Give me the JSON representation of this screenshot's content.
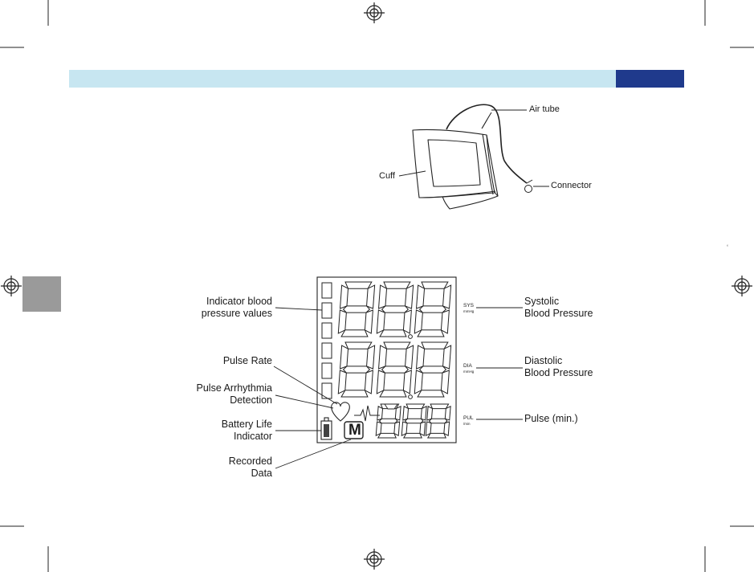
{
  "colors": {
    "header_band": "#c7e6f1",
    "header_accent": "#1f3a8c",
    "side_tab": "#9a9a9a"
  },
  "cuff_figure": {
    "air_tube": "Air tube",
    "cuff": "Cuff",
    "connector": "Connector"
  },
  "display_figure": {
    "left_labels": [
      {
        "id": "indicator",
        "lines": [
          "Indicator blood",
          "pressure values"
        ]
      },
      {
        "id": "pulse-rate",
        "lines": [
          "Pulse Rate"
        ]
      },
      {
        "id": "arrhythmia",
        "lines": [
          "Pulse Arrhythmia",
          "Detection"
        ]
      },
      {
        "id": "battery",
        "lines": [
          "Battery Life",
          "Indicator"
        ]
      },
      {
        "id": "recorded",
        "lines": [
          "Recorded",
          "Data"
        ]
      }
    ],
    "right_labels": [
      {
        "id": "systolic",
        "lines": [
          "Systolic",
          "Blood Pressure"
        ]
      },
      {
        "id": "diastolic",
        "lines": [
          "Diastolic",
          "Blood Pressure"
        ]
      },
      {
        "id": "pulse",
        "lines": [
          "Pulse (min.)"
        ]
      }
    ],
    "lcd_labels": {
      "sys": "SYS",
      "sys_unit": "mmHg",
      "dia": "DIA",
      "dia_unit": "mmHg",
      "pul": "PUL",
      "pul_unit": "/min",
      "memory": "M"
    }
  },
  "stray_mark": "ʻ"
}
